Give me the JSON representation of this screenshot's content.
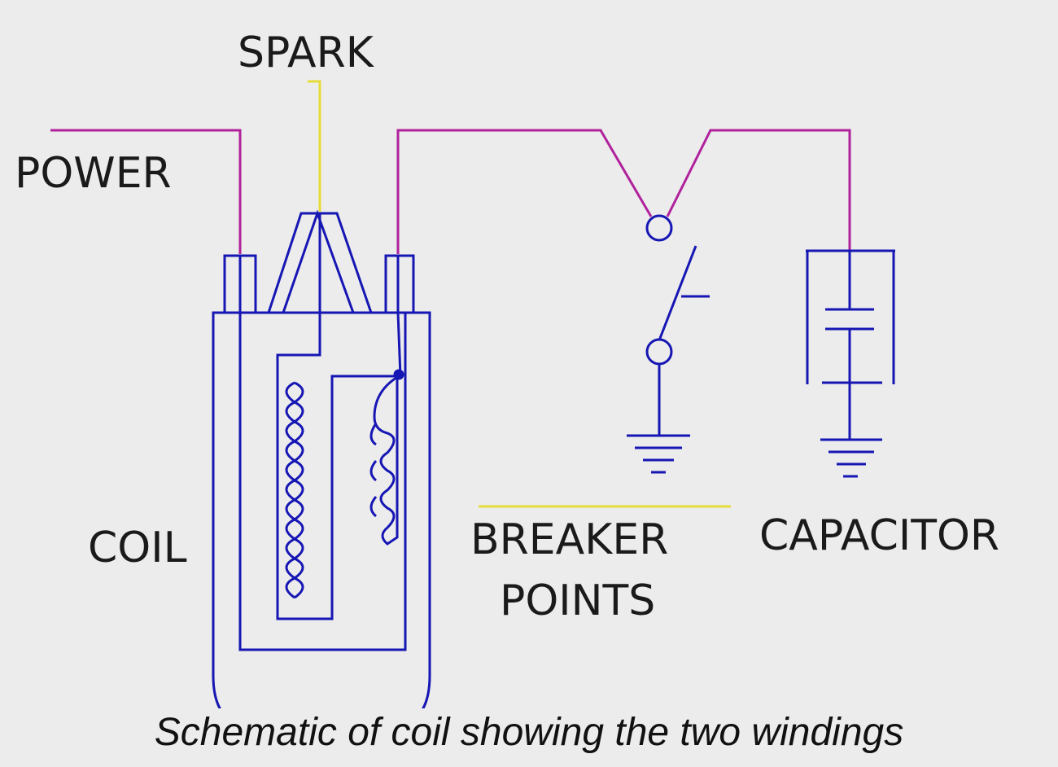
{
  "labels": {
    "spark": "SPARK",
    "power": "POWER",
    "coil": "COIL",
    "breaker_line1": "BREAKER",
    "breaker_line2": "POINTS",
    "capacitor": "CAPACITOR"
  },
  "caption": "Schematic of coil showing the two windings",
  "colors": {
    "background": "#ececec",
    "wire_power": "#b0229c",
    "wire_spark": "#e6dc3a",
    "coil_body": "#1616b4",
    "text": "#1a1a1a"
  }
}
